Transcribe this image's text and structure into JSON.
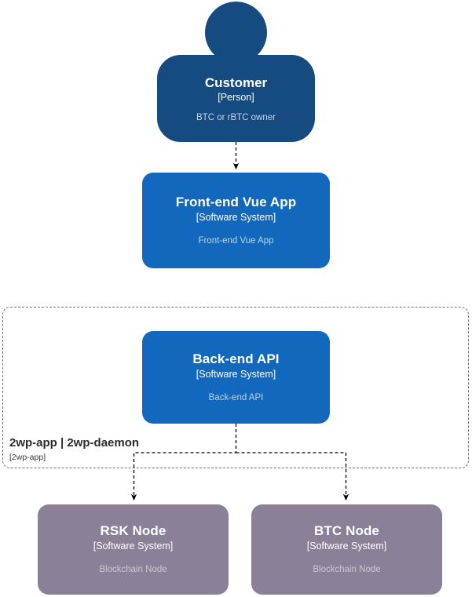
{
  "diagram": {
    "type": "c4-context",
    "background": "#ffffff",
    "colors": {
      "person": "#154b81",
      "software_system": "#1168bd",
      "external_system": "#8a8198",
      "boundary_border": "#6f6f6f",
      "edge": "#000000",
      "title_text": "#ffffff",
      "description_text_blue": "#b9d4ea",
      "description_text_gray": "#ccc7d1"
    },
    "nodes": [
      {
        "id": "customer",
        "shape": "person",
        "title": "Customer",
        "tech": "[Person]",
        "description": "BTC or rBTC owner"
      },
      {
        "id": "frontend",
        "shape": "box",
        "title": "Front-end Vue App",
        "tech": "[Software System]",
        "description": "Front-end Vue App"
      },
      {
        "id": "backend",
        "shape": "box",
        "title": "Back-end API",
        "tech": "[Software System]",
        "description": "Back-end API"
      },
      {
        "id": "rsk_node",
        "shape": "box",
        "title": "RSK Node",
        "tech": "[Software System]",
        "description": "Blockchain Node"
      },
      {
        "id": "btc_node",
        "shape": "box",
        "title": "BTC Node",
        "tech": "[Software System]",
        "description": "Blockchain Node"
      }
    ],
    "boundary": {
      "id": "2wp_app_boundary",
      "title": "2wp-app | 2wp-daemon",
      "tech": "[2wp-app]",
      "style": "dashed"
    },
    "edges": [
      {
        "from": "customer",
        "to": "frontend",
        "style": "dashed",
        "arrow": "filled",
        "label": ""
      },
      {
        "from": "backend",
        "to": "rsk_node",
        "style": "dashed",
        "arrow": "filled",
        "label": ""
      },
      {
        "from": "backend",
        "to": "btc_node",
        "style": "dashed",
        "arrow": "filled",
        "label": ""
      }
    ]
  }
}
